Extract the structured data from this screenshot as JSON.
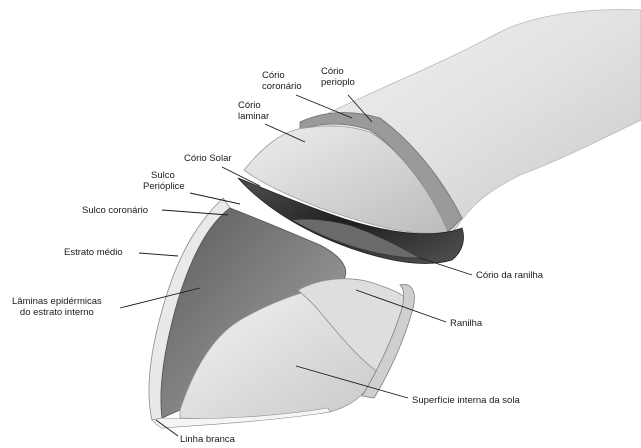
{
  "labels": {
    "corio_coronario": [
      "Cório",
      "coronário"
    ],
    "corio_perioplo": [
      "Cório",
      "perioplo"
    ],
    "corio_laminar": [
      "Cório",
      "laminar"
    ],
    "corio_solar": "Cório Solar",
    "sulco_perioplice": [
      "Sulco",
      "Perióplice"
    ],
    "sulco_coronario": "Sulco coronário",
    "estrato_medio": "Estrato médio",
    "laminas": [
      "Lâminas epidérmicas",
      "do estrato interno"
    ],
    "corio_ranilha": "Cório da ranilha",
    "ranilha": "Ranilha",
    "superficie_sola": "Superfície interna da sola",
    "linha_branca": "Linha branca"
  },
  "colors": {
    "tissue_light": "#e6e6e6",
    "tissue_mid": "#bdbdbd",
    "tissue_dark": "#3a3a3a",
    "line": "#1a1a1a"
  }
}
